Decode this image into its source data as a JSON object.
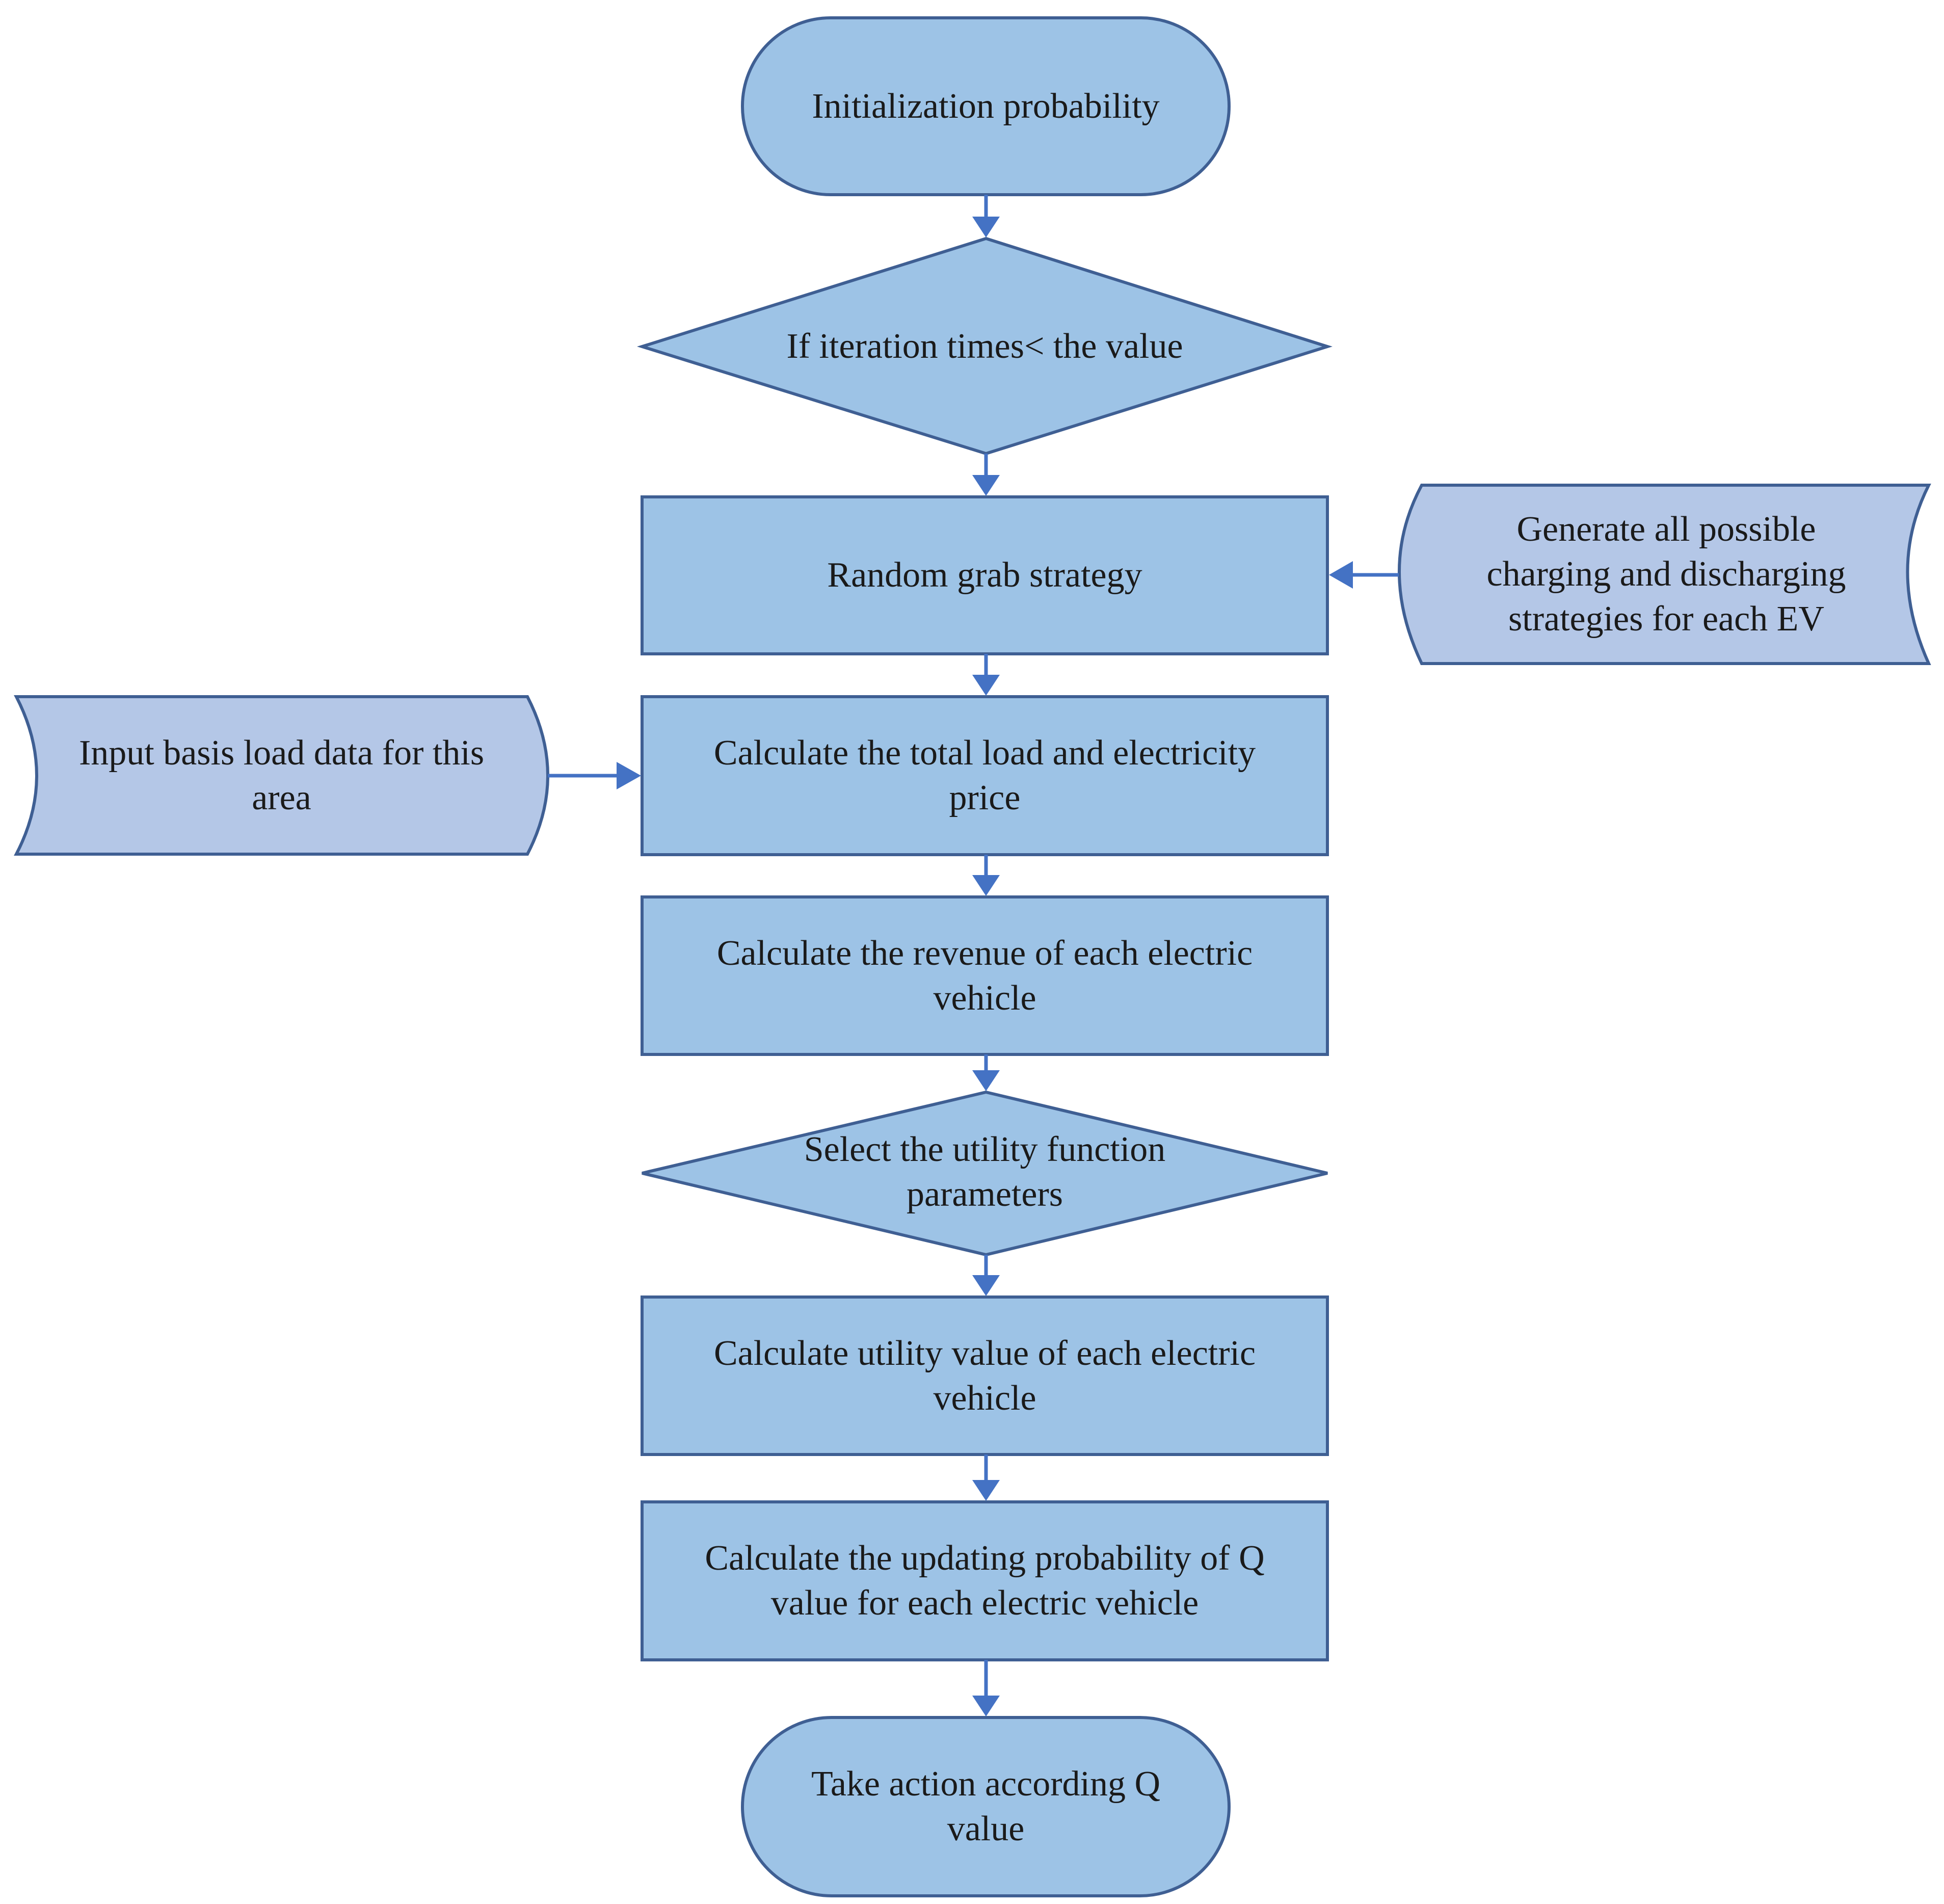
{
  "colors": {
    "process_fill": "#9dc3e6",
    "data_fill": "#b4c7e7",
    "stroke": "#3f5f93",
    "arrow": "#4472c4"
  },
  "nodes": {
    "start": "Initialization probability",
    "decision_iteration": "If  iteration times< the value",
    "random_grab": "Random grab strategy",
    "generate_strategies": "Generate all possible\ncharging and discharging\nstrategies for each EV",
    "input_load": "Input basis load data for this\narea",
    "total_load": "Calculate the total load and electricity\nprice",
    "revenue": "Calculate the revenue of each electric\nvehicle",
    "select_utility": "Select the utility function\nparameters",
    "utility_value": "Calculate utility value of each electric\nvehicle",
    "update_prob": "Calculate the updating probability of Q\nvalue for each electric vehicle",
    "end": "Take action according Q\nvalue"
  }
}
